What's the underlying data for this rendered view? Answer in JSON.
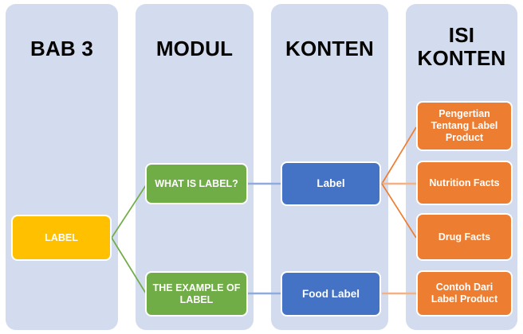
{
  "diagram": {
    "title": "BAB 3 - LABEL concept map",
    "columns": [
      {
        "id": "bab3",
        "title": "BAB 3"
      },
      {
        "id": "modul",
        "title": "MODUL"
      },
      {
        "id": "konten",
        "title": "KONTEN"
      },
      {
        "id": "isikonten",
        "title": "ISI\nKONTEN"
      }
    ],
    "column_titles": {
      "bab3": "BAB 3",
      "modul": "MODUL",
      "konten": "KONTEN",
      "isi_konten_line1": "ISI",
      "isi_konten_line2": "KONTEN"
    },
    "nodes": {
      "root_label": "LABEL",
      "modul_what_is_label": "WHAT IS LABEL?",
      "modul_the_example_of_label": "THE EXAMPLE OF LABEL",
      "konten_label": "Label",
      "konten_food_label": "Food Label",
      "isi_pengertian": "Pengertian Tentang Label Product",
      "isi_nutrition_facts": "Nutrition Facts",
      "isi_drug_facts": "Drug Facts",
      "isi_contoh": "Contoh Dari Label Product"
    },
    "colors": {
      "panel_background": "#D3DCEE",
      "page_background": "#FFFFFF",
      "root_node": "#FFC000",
      "modul_node": "#70AD47",
      "konten_node": "#4472C4",
      "isi_node": "#ED7D31",
      "node_text": "#FFFFFF",
      "title_text": "#000000",
      "connector_green": "#70AD47",
      "connector_blue": "#8FAADC",
      "connector_orange": "#ED7D31",
      "connector_orange_light": "#F4B183"
    },
    "edges": [
      {
        "from": "root_label",
        "to": "modul_what_is_label",
        "color": "#70AD47"
      },
      {
        "from": "root_label",
        "to": "modul_the_example_of_label",
        "color": "#70AD47"
      },
      {
        "from": "modul_what_is_label",
        "to": "konten_label",
        "color": "#8FAADC"
      },
      {
        "from": "modul_the_example_of_label",
        "to": "konten_food_label",
        "color": "#8FAADC"
      },
      {
        "from": "konten_label",
        "to": "isi_pengertian",
        "color": "#ED7D31"
      },
      {
        "from": "konten_label",
        "to": "isi_nutrition_facts",
        "color": "#F4B183"
      },
      {
        "from": "konten_label",
        "to": "isi_drug_facts",
        "color": "#ED7D31"
      },
      {
        "from": "konten_food_label",
        "to": "isi_contoh",
        "color": "#F4B183"
      }
    ]
  }
}
